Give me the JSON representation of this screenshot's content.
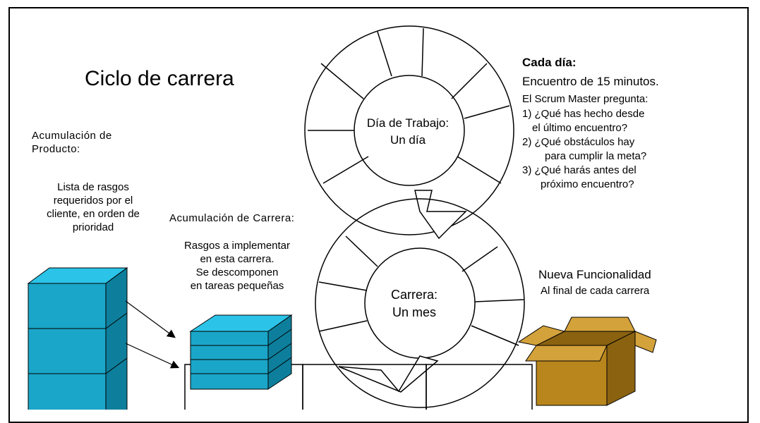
{
  "title": "Ciclo de carrera",
  "product_backlog": {
    "heading": [
      "Acumulación de",
      "Producto:"
    ],
    "description": [
      "Lista de rasgos",
      "requeridos por el",
      "cliente, en orden de",
      "prioridad"
    ]
  },
  "sprint_backlog": {
    "heading": "Acumulación de Carrera:",
    "description": [
      "Rasgos a implementar",
      "en esta carrera.",
      "Se descomponen",
      "en tareas pequeñas"
    ]
  },
  "daily_loop": {
    "label": [
      "Día de Trabajo:",
      "Un día"
    ],
    "heading": "Cada día:",
    "meeting": "Encuentro de 15 minutos.",
    "intro": "El Scrum Master pregunta:",
    "questions": [
      "1) ¿Qué has hecho desde",
      "el último encuentro?",
      "2) ¿Qué obstáculos hay",
      "para cumplir la meta?",
      "3) ¿Qué harás antes del",
      "próximo encuentro?"
    ]
  },
  "sprint_loop": {
    "label": [
      "Carrera:",
      "Un mes"
    ]
  },
  "new_functionality": {
    "heading": "Nueva Funcionalidad",
    "subheading": "Al final de cada carrera"
  },
  "colors": {
    "stack_blue": "#1aa6c8",
    "stack_blue_top": "#2bc4e8",
    "stack_blue_dark": "#0d7f9c",
    "box_brown": "#b8861c",
    "box_brown_dark": "#8a6210",
    "box_brown_light": "#d4a23a"
  }
}
